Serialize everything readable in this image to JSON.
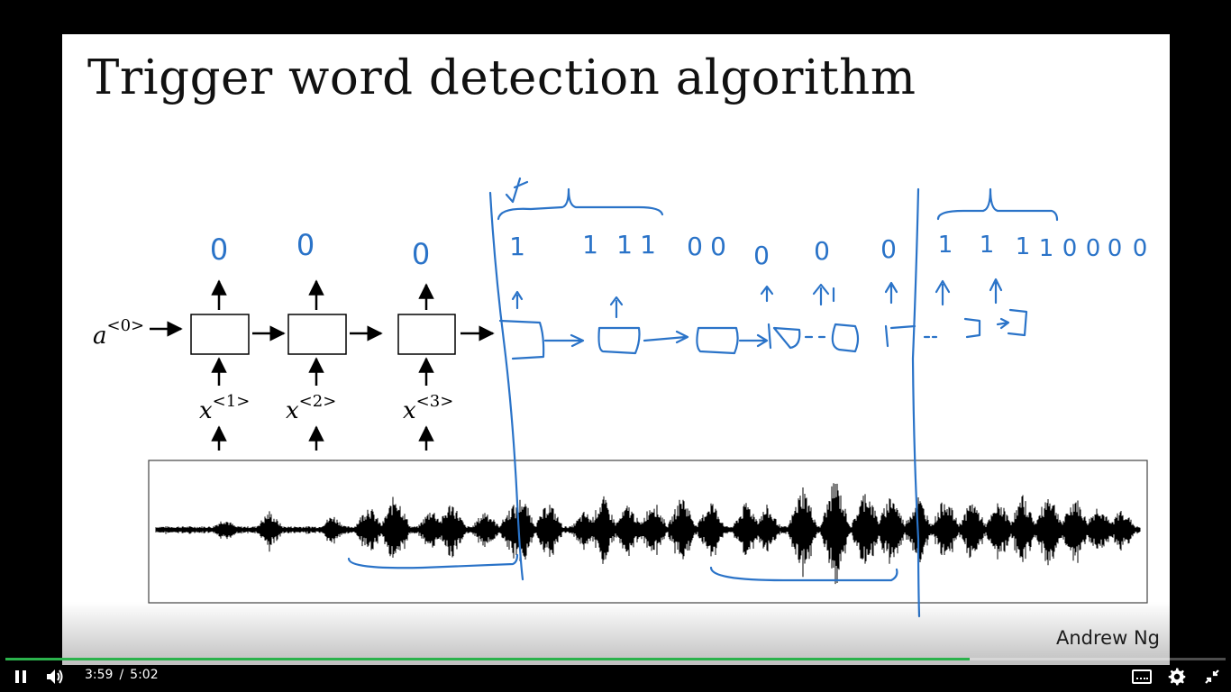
{
  "slide": {
    "title": "Trigger word detection algorithm",
    "author": "Andrew Ng",
    "rnn": {
      "initial_activation": {
        "base": "a",
        "sup": "<0>"
      },
      "inputs": [
        {
          "base": "x",
          "sup": "<1>"
        },
        {
          "base": "x",
          "sup": "<2>"
        },
        {
          "base": "x",
          "sup": "<3>"
        }
      ]
    },
    "handwritten_outputs": {
      "early": [
        "0",
        "0",
        "0"
      ],
      "segment1": [
        "1",
        "1",
        "1",
        "1",
        "0",
        "0",
        "0",
        "0",
        "0"
      ],
      "segment2": [
        "1",
        "1",
        "1",
        "1",
        "0",
        "0",
        "0",
        "0"
      ]
    },
    "ink_color": "#2a73c8"
  },
  "player": {
    "current_time": "3:59",
    "separator": "/",
    "duration": "5:02",
    "progress": 0.79,
    "progress_color": "#2bb24c",
    "icons": [
      "pause-icon",
      "volume-icon",
      "captions-icon",
      "settings-icon",
      "exit-fullscreen-icon"
    ]
  }
}
